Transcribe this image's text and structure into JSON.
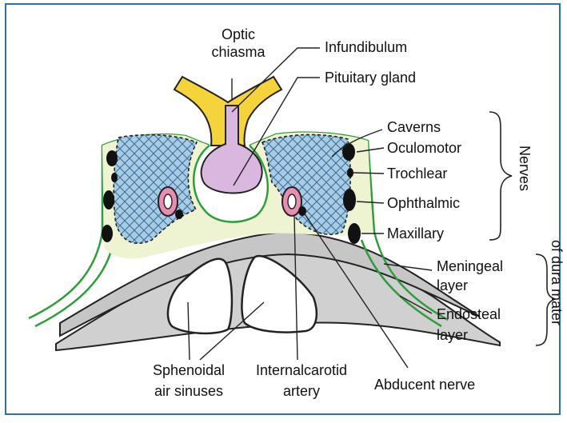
{
  "labels": {
    "optic_chiasma_1": "Optic",
    "optic_chiasma_2": "chiasma",
    "infundibulum": "Infundibulum",
    "pituitary_gland": "Pituitary gland",
    "caverns": "Caverns",
    "oculomotor": "Oculomotor",
    "trochlear": "Trochlear",
    "ophthalmic": "Ophthalmic",
    "maxillary": "Maxillary",
    "nerves": "Nerves",
    "meningeal_1": "Meningeal",
    "meningeal_2": "layer",
    "endosteal_1": "Endosteal",
    "endosteal_2": "layer",
    "of_dura_mater": "of dura mater",
    "sphenoidal_1": "Sphenoidal",
    "sphenoidal_2": "air sinuses",
    "internal_carotid_1": "Internalcarotid",
    "internal_carotid_2": "artery",
    "abducent_nerve": "Abducent nerve"
  },
  "colors": {
    "frame": "#2f6fb0",
    "chiasma_fill": "#f5d33a",
    "gland_fill": "#d9b7df",
    "dura_green": "#2e9e3a",
    "sinus_fill": "#eef3d2",
    "cavern_fill": "#a9cce6",
    "bone_fill": "#c9c9c9",
    "artery_fill": "#e68fb3"
  }
}
